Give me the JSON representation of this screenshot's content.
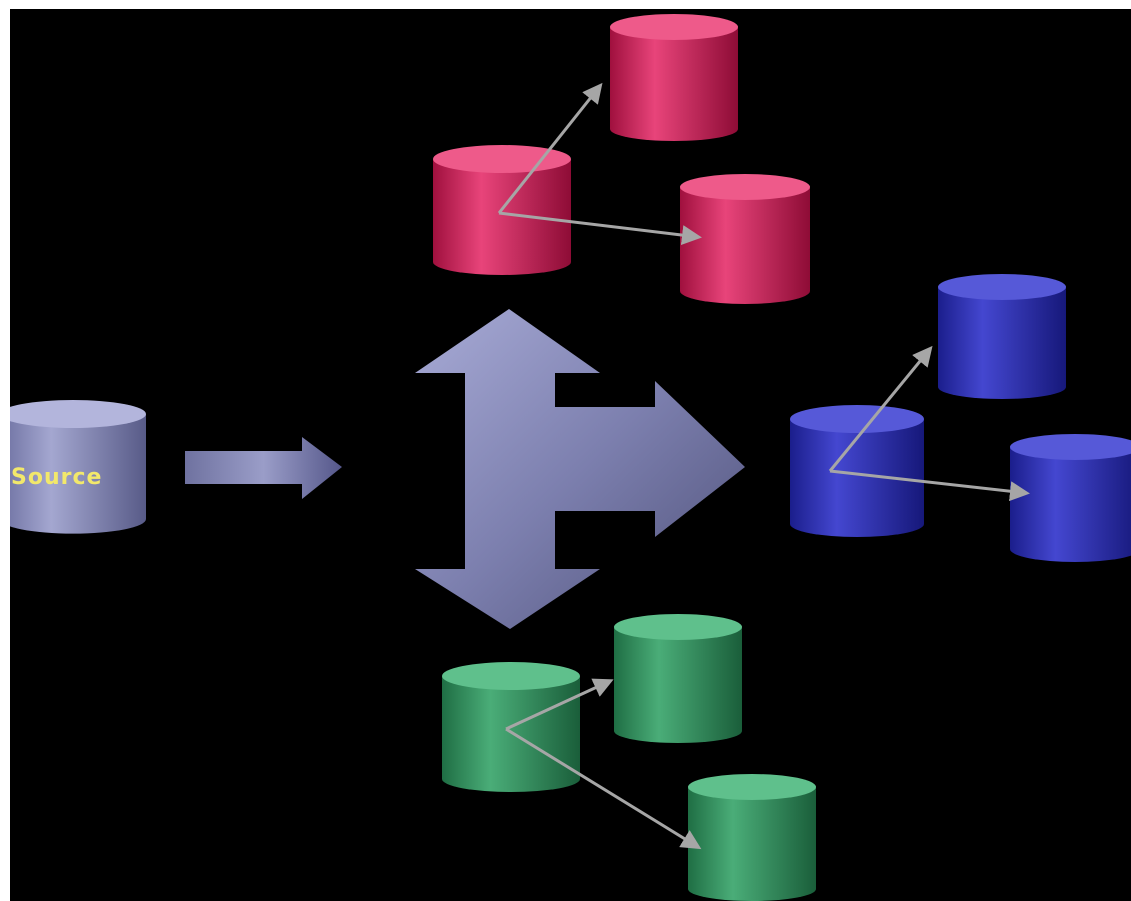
{
  "source": {
    "label": "Source"
  },
  "colors": {
    "background": "#000000",
    "source": "#8c8fc0",
    "hub_arrow": "#8689b8",
    "red_group": "#d21f5a",
    "blue_group": "#2b2fb8",
    "green_group": "#2f8f5e",
    "replication_arrows": "#a6a6a6",
    "source_label": "#f2e86b"
  },
  "groups": [
    {
      "name": "red",
      "icon": "database-cylinder-icon",
      "count": 3
    },
    {
      "name": "blue",
      "icon": "database-cylinder-icon",
      "count": 3
    },
    {
      "name": "green",
      "icon": "database-cylinder-icon",
      "count": 3
    }
  ]
}
